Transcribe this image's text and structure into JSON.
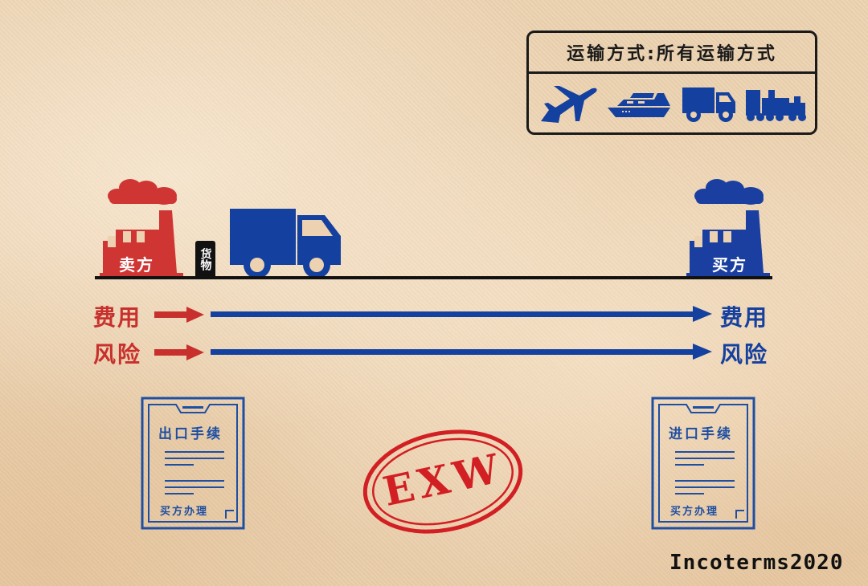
{
  "transport": {
    "title": "运输方式:所有运输方式",
    "icons": [
      "airplane-icon",
      "ship-icon",
      "truck-icon",
      "train-icon"
    ]
  },
  "seller": {
    "label": "卖方",
    "color": "#cf3633"
  },
  "buyer": {
    "label": "买方",
    "color": "#1a3fa0"
  },
  "cargo": {
    "label": "货物"
  },
  "flows": {
    "cost_left": "费用",
    "risk_left": "风险",
    "cost_right": "费用",
    "risk_right": "风险"
  },
  "documents": {
    "export": {
      "title": "出口手续",
      "footer": "买方办理"
    },
    "import": {
      "title": "进口手续",
      "footer": "买方办理"
    }
  },
  "stamp": {
    "text": "EXW",
    "color": "#d21f24"
  },
  "brand": {
    "text": "Incoterms2020"
  },
  "colors": {
    "background": "#ecd2b0",
    "red": "#c8302d",
    "blue": "#1440a0",
    "doc_blue": "#1e4fa3",
    "black": "#111111"
  }
}
